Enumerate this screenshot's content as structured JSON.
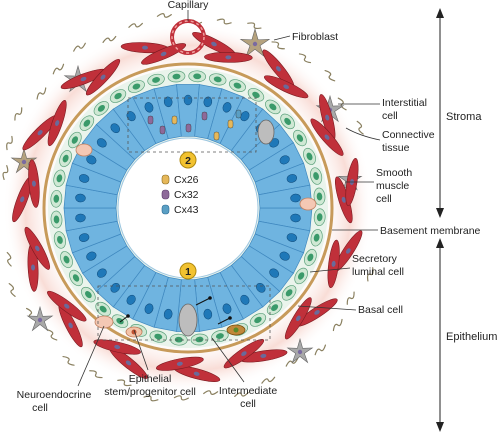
{
  "labels": {
    "capillary": "Capillary",
    "fibroblast": "Fibroblast",
    "interstitial_cell": [
      "Interstitial",
      "cell"
    ],
    "connective_tissue": [
      "Connective",
      "tissue"
    ],
    "smooth_muscle_cell": [
      "Smooth",
      "muscle",
      "cell"
    ],
    "basement_membrane": "Basement membrane",
    "secretory_luminal_cell": [
      "Secretory",
      "luminal cell"
    ],
    "basal_cell": "Basal cell",
    "neuroendocrine_cell": [
      "Neuroendocrine",
      "cell"
    ],
    "epithelial_stem_cell": [
      "Epithelial",
      "stem/progenitor cell"
    ],
    "intermediate_cell": [
      "Intermediate",
      "cell"
    ]
  },
  "regions": {
    "stroma": "Stroma",
    "epithelium": "Epithelium"
  },
  "markers": {
    "marker_1": "1",
    "marker_2": "2"
  },
  "legend": [
    {
      "label": "Cx26",
      "color": "#e6b85a"
    },
    {
      "label": "Cx32",
      "color": "#8e6a9a"
    },
    {
      "label": "Cx43",
      "color": "#5a9fc4"
    }
  ],
  "colors": {
    "luminal": "#6fb4e0",
    "luminal_nucleus": "#1f78b8",
    "basal": "#cfe8d4",
    "basal_nucleus": "#3a9a6a",
    "basement": "#c79a5a",
    "smooth_muscle": "#c0303a",
    "stromal_gray": "#a8a8a8",
    "fibroblast": "#b5a27e",
    "marker": "#f2c230"
  }
}
